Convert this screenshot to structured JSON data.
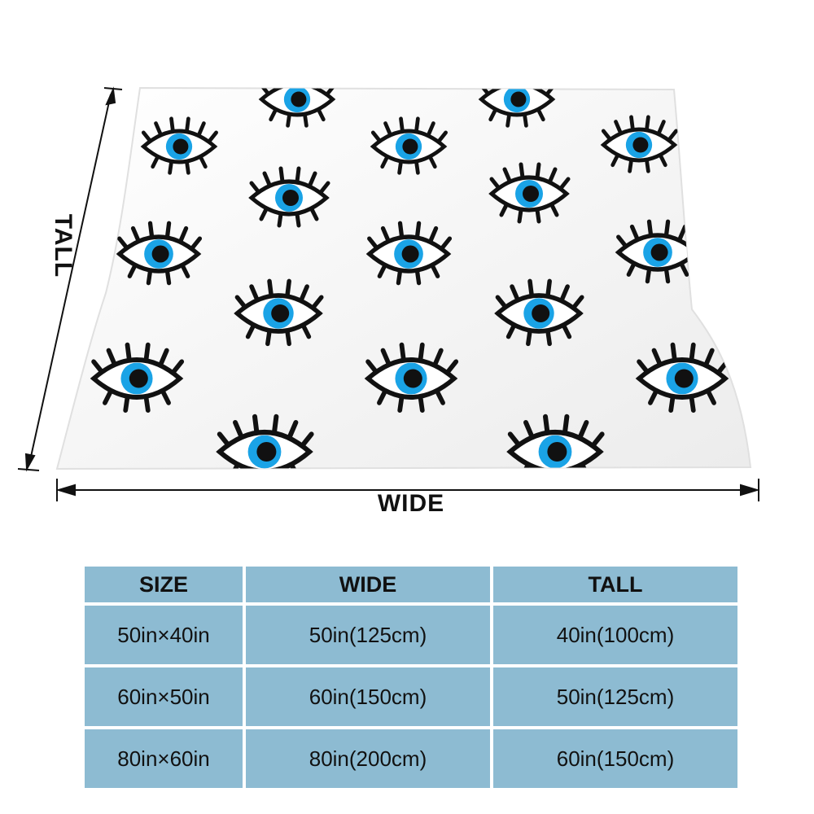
{
  "dimensions": {
    "wide_label": "WIDE",
    "tall_label": "TALL"
  },
  "blanket": {
    "pattern": "evil-eye",
    "colors": {
      "background": "#f4f4f4",
      "iris": "#1aa3e6",
      "pupil": "#111111",
      "outline": "#111111"
    }
  },
  "table": {
    "header_color": "#8dbbd2",
    "headers": [
      "SIZE",
      "WIDE",
      "TALL"
    ],
    "rows": [
      [
        "50in×40in",
        "50in(125cm)",
        "40in(100cm)"
      ],
      [
        "60in×50in",
        "60in(150cm)",
        "50in(125cm)"
      ],
      [
        "80in×60in",
        "80in(200cm)",
        "60in(150cm)"
      ]
    ]
  }
}
